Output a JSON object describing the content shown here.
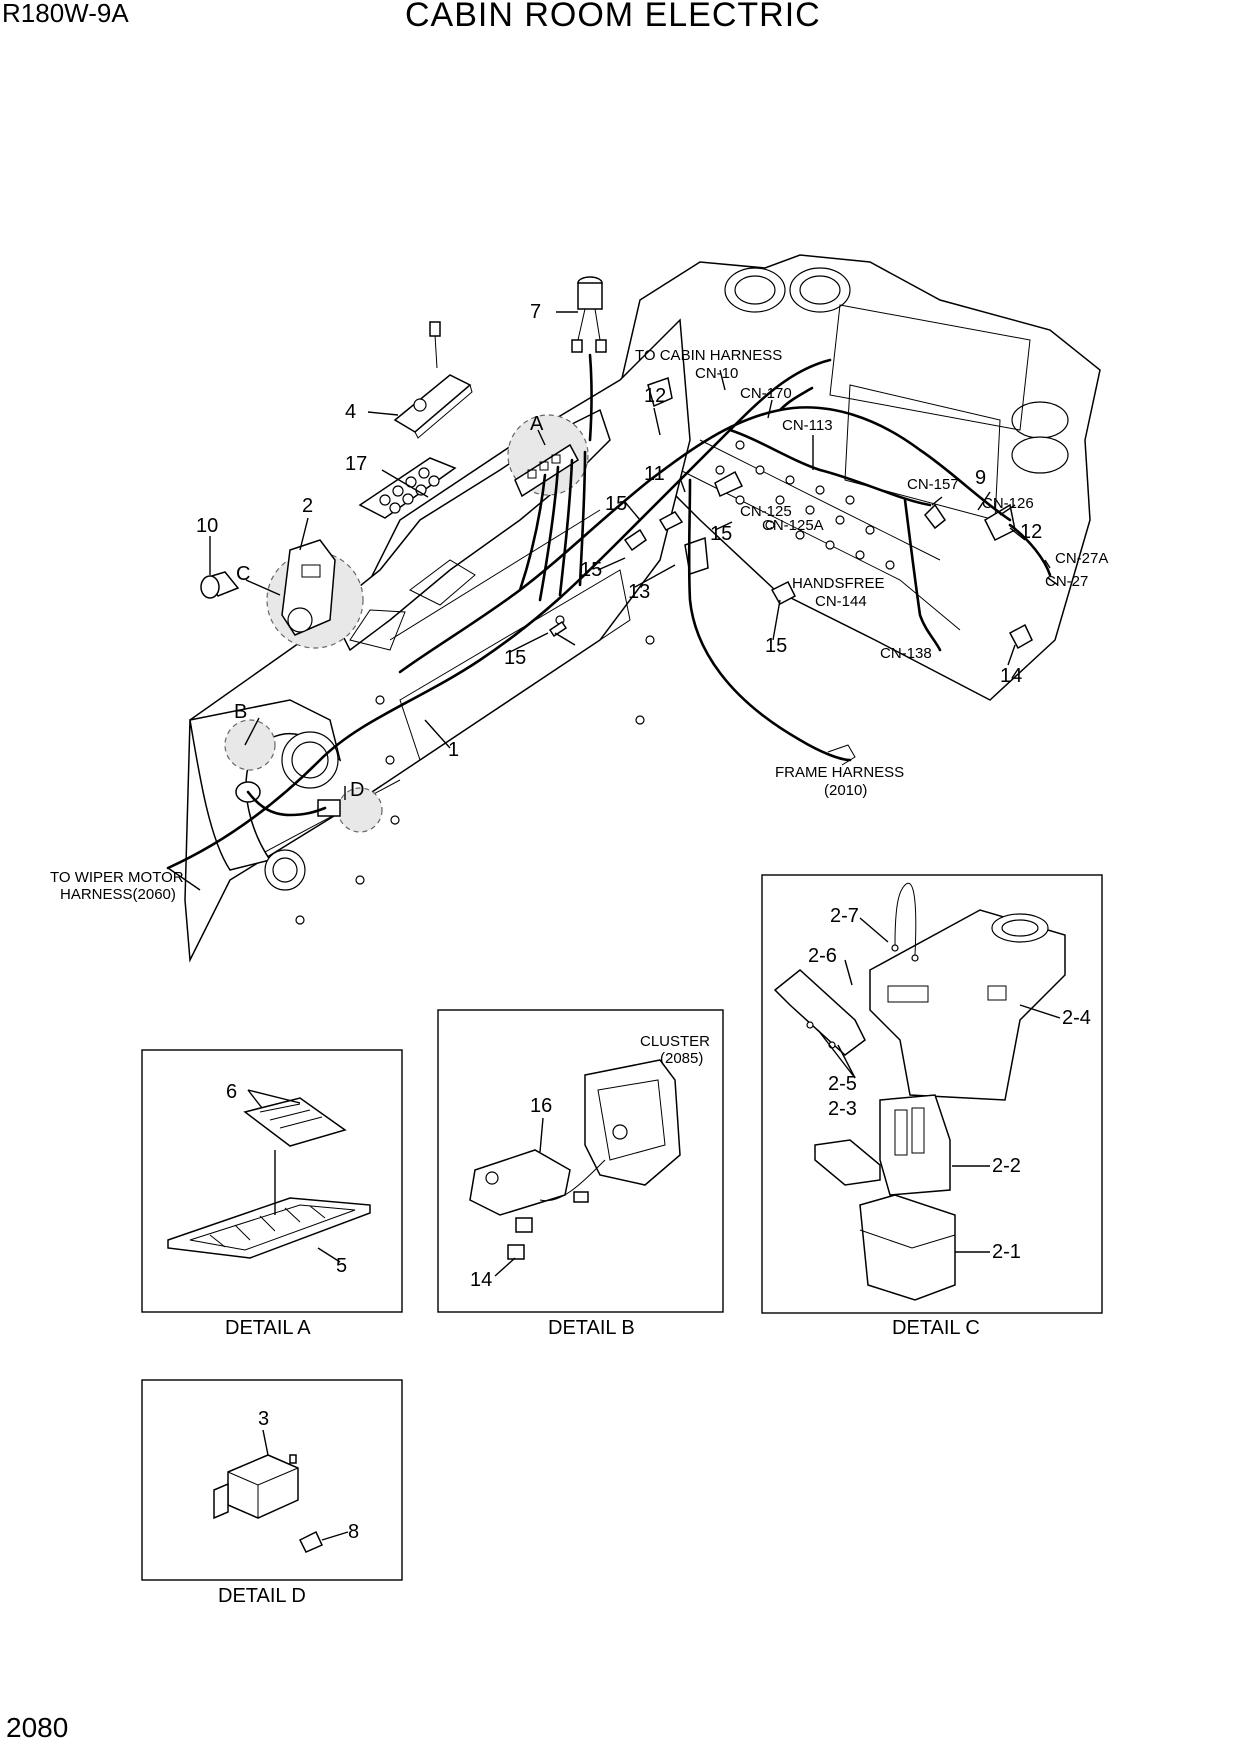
{
  "header": {
    "model": "R180W-9A",
    "title": "CABIN ROOM ELECTRIC"
  },
  "footer": {
    "page_number": "2080"
  },
  "callouts": {
    "c1": "1",
    "c2": "2",
    "c3": "3",
    "c4": "4",
    "c5": "5",
    "c6": "6",
    "c7": "7",
    "c8": "8",
    "c9": "9",
    "c10": "10",
    "c11": "11",
    "c12": "12",
    "c13": "13",
    "c14": "14",
    "c15": "15",
    "c16": "16",
    "c17": "17",
    "c2_1": "2-1",
    "c2_2": "2-2",
    "c2_3": "2-3",
    "c2_4": "2-4",
    "c2_5": "2-5",
    "c2_6": "2-6",
    "c2_7": "2-7"
  },
  "detail_letters": {
    "a": "A",
    "b": "B",
    "c": "C",
    "d": "D"
  },
  "connectors": {
    "cn10": "CN-10",
    "cn170": "CN-170",
    "cn113": "CN-113",
    "cn157": "CN-157",
    "cn126": "CN-126",
    "cn27a": "CN-27A",
    "cn27": "CN-27",
    "cn125": "CN-125",
    "cn125a": "CN-125A",
    "handsfree": "HANDSFREE",
    "cn144": "CN-144",
    "cn138": "CN-138"
  },
  "notes": {
    "to_cabin": "TO CABIN HARNESS",
    "frame_harness": "FRAME HARNESS",
    "frame_harness_ref": "(2010)",
    "to_wiper_1": "TO WIPER MOTOR",
    "to_wiper_2": "HARNESS(2060)",
    "cluster": "CLUSTER",
    "cluster_ref": "(2085)"
  },
  "detail_captions": {
    "a": "DETAIL A",
    "b": "DETAIL B",
    "c": "DETAIL C",
    "d": "DETAIL D"
  }
}
